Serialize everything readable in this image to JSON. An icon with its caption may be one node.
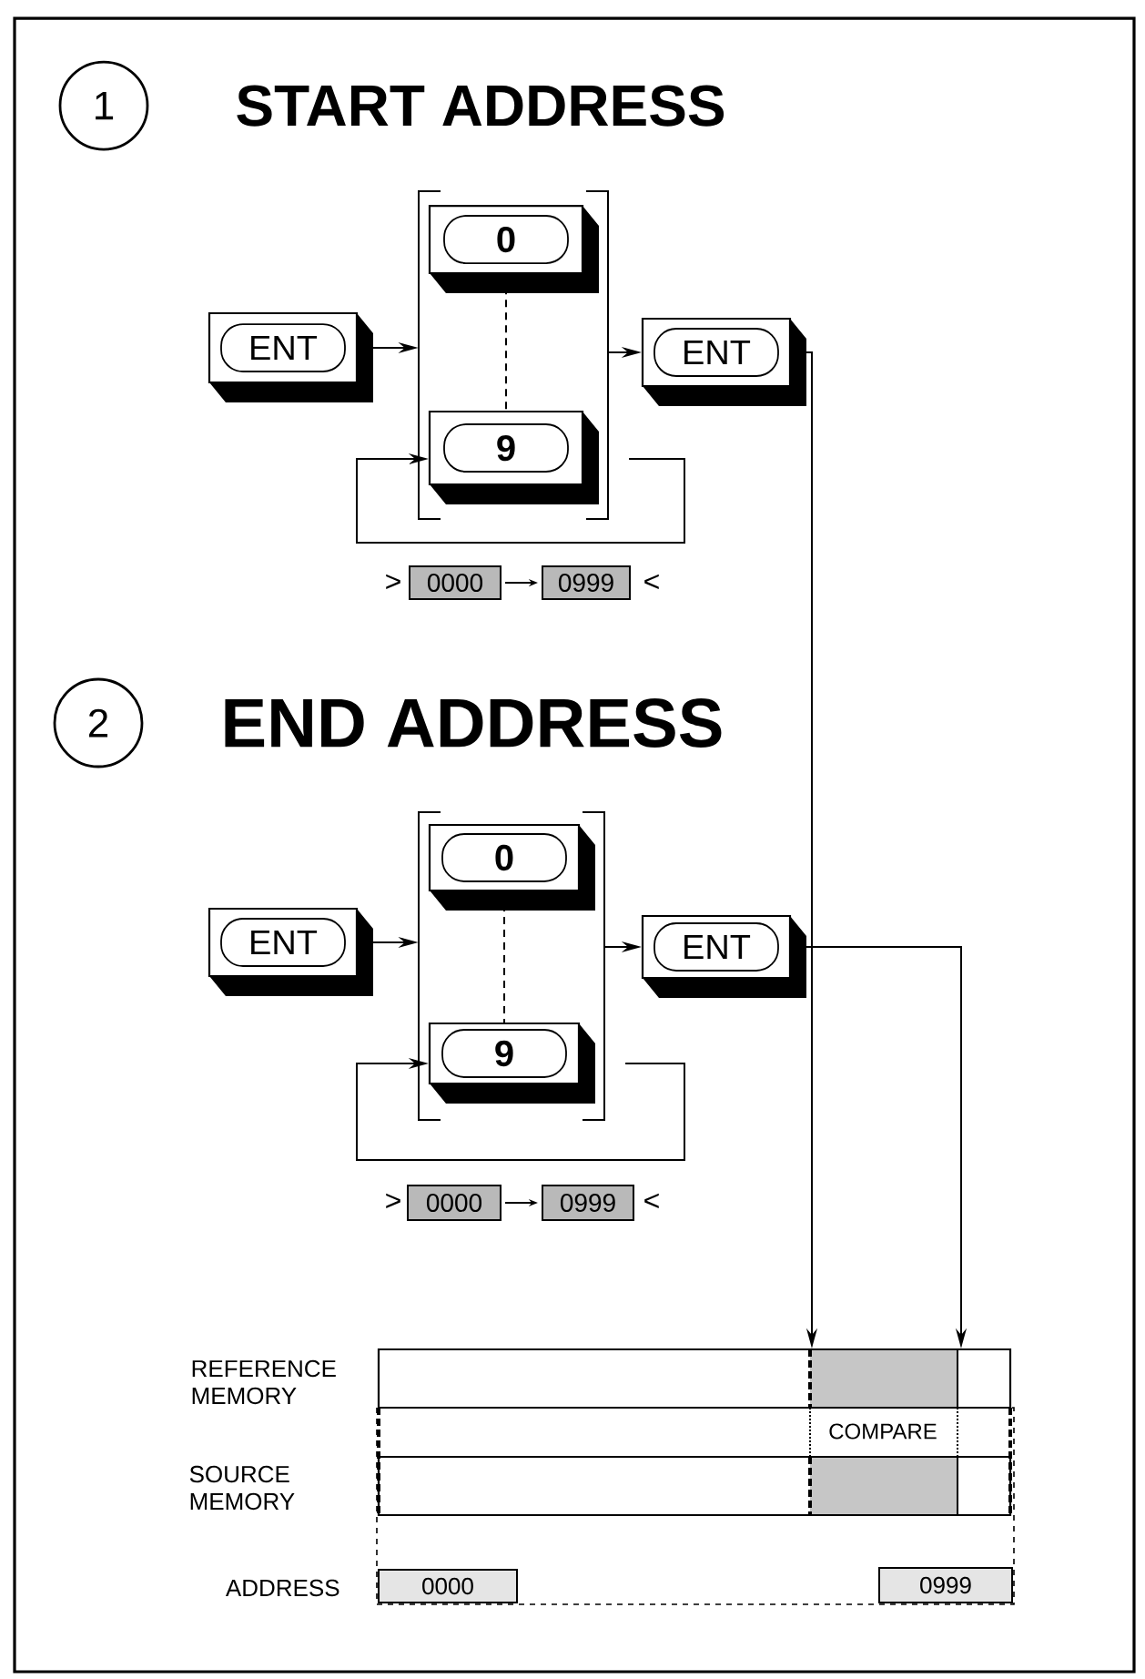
{
  "diagram": {
    "nodes": [
      {
        "text": [
          "1"
        ]
      },
      {
        "text": [
          "ENT"
        ]
      },
      {
        "text": [],
        "shape": "box"
      },
      {
        "text": [
          "0"
        ],
        "in": 2
      },
      {
        "text": [
          "9"
        ],
        "in": 2
      },
      {
        "text": [
          "ENT"
        ]
      },
      {
        "text": [
          "0000"
        ]
      },
      {
        "text": [
          "0999"
        ]
      },
      {
        "text": [
          "2"
        ]
      },
      {
        "text": [
          "ENT"
        ]
      },
      {
        "text": [],
        "shape": "box"
      },
      {
        "text": [
          "0"
        ],
        "in": 10
      },
      {
        "text": [
          "9"
        ],
        "in": 10
      },
      {
        "text": [
          "ENT"
        ]
      },
      {
        "text": [
          "0000"
        ]
      },
      {
        "text": [
          "0999"
        ]
      },
      {
        "text": [],
        "shape": "bar",
        "beside": [
          "REFERENCE MEMORY"
        ]
      },
      {
        "text": [],
        "shape": "bar",
        "beside": [
          "SOURCE MEMORY"
        ]
      },
      {
        "text": [
          "0000"
        ]
      },
      {
        "text": [
          "0999"
        ]
      }
    ],
    "edges": [
      {
        "from": 1,
        "to": 2,
        "arrow": "to"
      },
      {
        "from": 2,
        "to": 5,
        "arrow": "to"
      },
      {
        "from": 3,
        "to": 4,
        "arrow": "none",
        "style": "dashed"
      },
      {
        "from": 4,
        "to": 4,
        "arrow": "to"
      },
      {
        "from": 6,
        "to": 7,
        "arrow": "to"
      },
      {
        "from": 9,
        "to": 10,
        "arrow": "to"
      },
      {
        "from": 10,
        "to": 13,
        "arrow": "to"
      },
      {
        "from": 11,
        "to": 12,
        "arrow": "none",
        "style": "dashed"
      },
      {
        "from": 12,
        "to": 12,
        "arrow": "to"
      },
      {
        "from": 14,
        "to": 15,
        "arrow": "to"
      },
      {
        "from": 5,
        "to": 16,
        "arrow": "to"
      },
      {
        "from": 13,
        "to": 16,
        "arrow": "to"
      }
    ],
    "labels": [
      "START ADDRESS",
      ">",
      "<",
      "END ADDRESS",
      ">",
      "<",
      "COMPARE",
      "ADDRESS"
    ]
  }
}
